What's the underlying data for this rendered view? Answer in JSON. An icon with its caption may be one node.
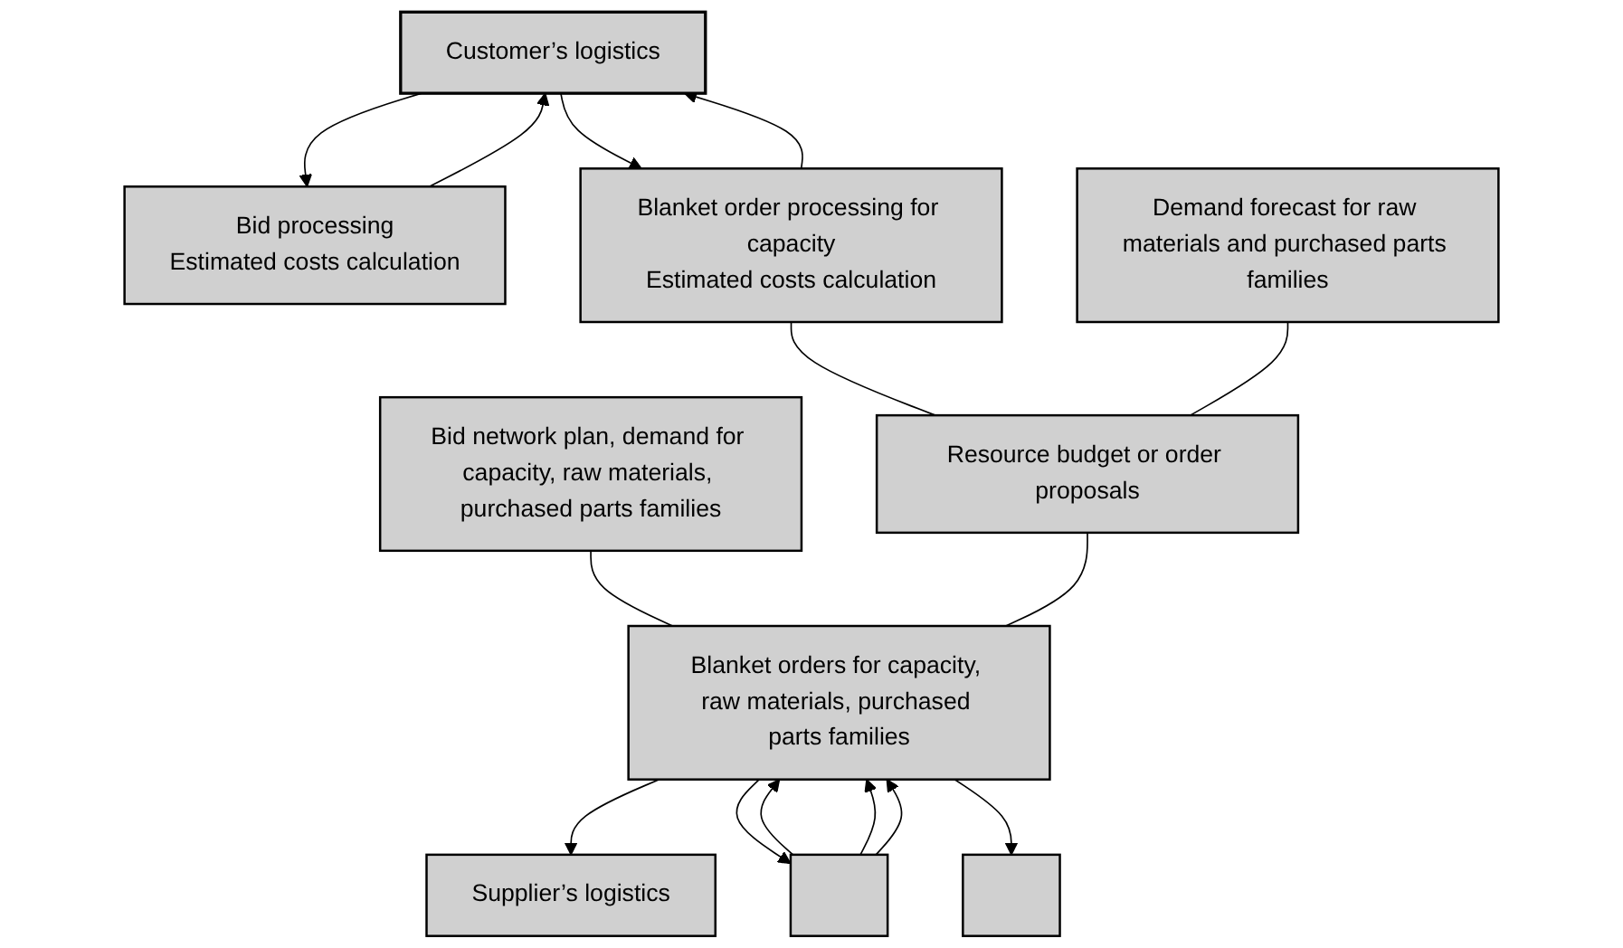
{
  "diagram": {
    "nodes": [
      {
        "text": [
          "Customer’s logistics"
        ]
      },
      {
        "text": [
          "Bid processing",
          "Estimated costs calculation"
        ]
      },
      {
        "text": [
          "Bid network plan, demand for capacity, raw materials, purchased parts families"
        ]
      },
      {
        "text": [
          "Blanket order processing for capacity",
          "Estimated costs calculation"
        ]
      },
      {
        "text": [
          "Resource budget or order proposals"
        ]
      },
      {
        "text": [
          "Demand forecast for raw materials and purchased parts families"
        ]
      },
      {
        "text": [
          "Blanket orders for capacity, raw materials, purchased parts families"
        ]
      },
      {
        "text": [],
        "shape": "box"
      },
      {
        "text": [],
        "shape": "box"
      },
      {
        "text": [
          "Supplier’s logistics"
        ]
      }
    ],
    "edges": [
      {
        "from": 0,
        "to": 1,
        "arrow": "to"
      },
      {
        "from": 0,
        "to": 3,
        "arrow": "to"
      },
      {
        "from": 1,
        "to": 0,
        "arrow": "to"
      },
      {
        "from": 3,
        "to": 0,
        "arrow": "to"
      },
      {
        "from": 2,
        "to": 6,
        "arrow": "none"
      },
      {
        "from": 4,
        "to": 6,
        "arrow": "none"
      },
      {
        "from": 3,
        "to": 4,
        "arrow": "none"
      },
      {
        "from": 5,
        "to": 4,
        "arrow": "none"
      },
      {
        "from": 6,
        "to": 9,
        "arrow": "to"
      },
      {
        "from": 6,
        "to": 7,
        "arrow": "to"
      },
      {
        "from": 6,
        "to": 8,
        "arrow": "to"
      },
      {
        "from": 7,
        "to": 6,
        "arrow": "to"
      },
      {
        "from": 7,
        "to": 6,
        "arrow": "to"
      },
      {
        "from": 7,
        "to": 6,
        "arrow": "to"
      }
    ]
  }
}
